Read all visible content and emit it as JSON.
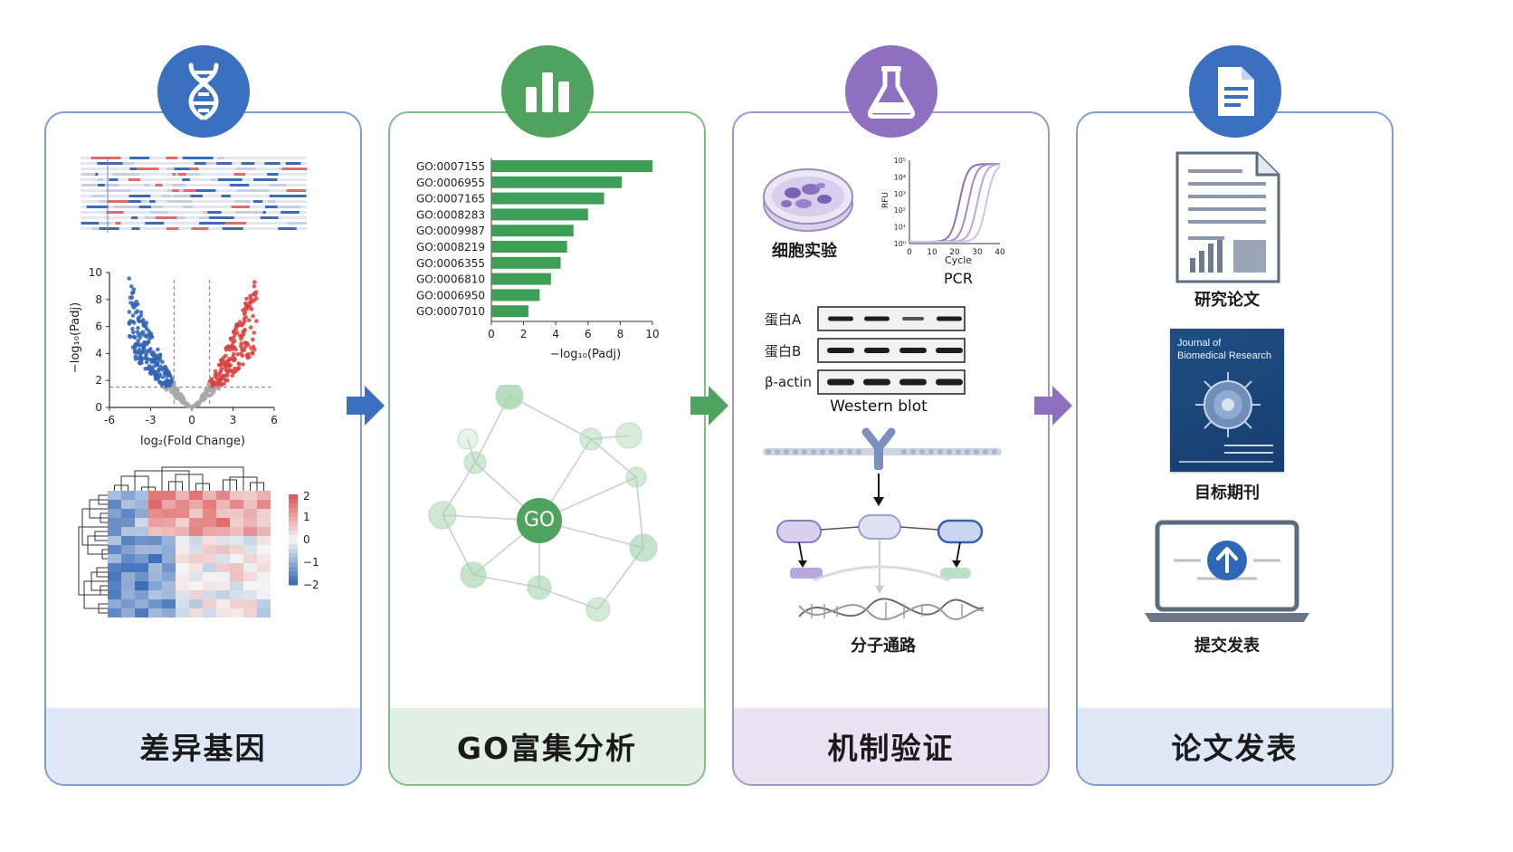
{
  "colors": {
    "blue": "#3b6fc0",
    "green": "#4fa35f",
    "purple": "#8e6fc0",
    "blue_footer": "#dfe8f6",
    "green_footer": "#e2f0e4",
    "purple_footer": "#e9e3f3",
    "up_red": "#d9423f",
    "down_blue": "#3163b4"
  },
  "panels": [
    {
      "title": "差异基因",
      "icon": "dna-icon"
    },
    {
      "title": "GO富集分析",
      "icon": "bar-chart-icon"
    },
    {
      "title": "机制验证",
      "icon": "flask-icon"
    },
    {
      "title": "论文发表",
      "icon": "document-icon"
    }
  ],
  "volcano": {
    "type": "scatter",
    "xlabel": "log₂(Fold Change)",
    "ylabel": "−log₁₀(Padj)",
    "xticks": [
      "-6",
      "-3",
      "0",
      "3",
      "6"
    ],
    "yticks": [
      "0",
      "2",
      "4",
      "6",
      "8",
      "10"
    ],
    "xlim": [
      -6,
      6
    ],
    "ylim": [
      0,
      10
    ],
    "fc_threshold": 1.3,
    "padj_threshold": 1.5
  },
  "heatmap_legend": [
    "2",
    "1",
    "0",
    "−1",
    "−2"
  ],
  "chart_data": {
    "type": "bar",
    "orientation": "horizontal",
    "categories": [
      "GO:0007155",
      "GO:0006955",
      "GO:0007165",
      "GO:0008283",
      "GO:0009987",
      "GO:0008219",
      "GO:0006355",
      "GO:0006810",
      "GO:0006950",
      "GO:0007010"
    ],
    "values": [
      10,
      8.1,
      7.0,
      6.0,
      5.1,
      4.7,
      4.3,
      3.7,
      3.0,
      2.3
    ],
    "xlabel": "−log₁₀(Padj)",
    "xticks": [
      "0",
      "2",
      "4",
      "6",
      "8",
      "10"
    ],
    "xlim": [
      0,
      10
    ]
  },
  "network": {
    "center_label": "GO"
  },
  "mechanism": {
    "cell_label": "细胞实验",
    "pcr_label": "PCR",
    "pcr_xlabel": "Cycle",
    "pcr_ylabel": "RFU",
    "pcr_xticks": [
      "0",
      "10",
      "20",
      "30",
      "40"
    ],
    "pcr_yticks": [
      "10⁰",
      "10¹",
      "10²",
      "10³",
      "10⁴",
      "10⁵"
    ],
    "blot_rows": [
      "蛋白A",
      "蛋白B",
      "β-actin"
    ],
    "blot_label": "Western blot",
    "pathway_label": "分子通路"
  },
  "publication": {
    "paper_label": "研究论文",
    "journal_name_line1": "Journal of",
    "journal_name_line2": "Biomedical Research",
    "journal_label": "目标期刊",
    "submit_label": "提交发表"
  }
}
